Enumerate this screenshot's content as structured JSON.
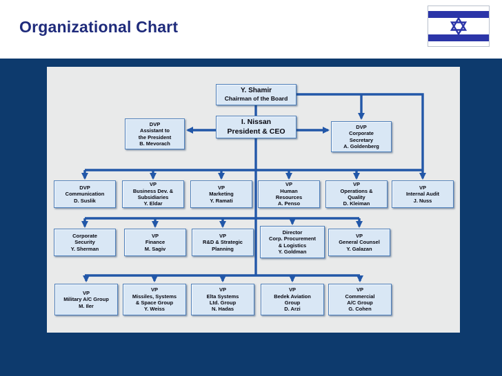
{
  "slide": {
    "title": "Organizational Chart"
  },
  "flag": {
    "country": "Israel",
    "symbol": "star-of-david"
  },
  "colors": {
    "navy": "#0d3a6d",
    "panel": "#e9eaea",
    "box-fill": "#d9e7f5",
    "box-border": "#4d7fba",
    "connector": "#2257a8",
    "title-color": "#1f2b7b",
    "flag-blue": "#2b35a8"
  },
  "org": {
    "boxes": [
      {
        "id": "chairman",
        "lines": [
          "Y. Shamir",
          "Chairman of the Board"
        ]
      },
      {
        "id": "ceo",
        "lines": [
          "I. Nissan",
          "President & CEO"
        ]
      },
      {
        "id": "assistant",
        "lines": [
          "DVP",
          "Assistant to",
          "the President",
          "B. Mevorach"
        ]
      },
      {
        "id": "secretary",
        "lines": [
          "DVP",
          "Corporate",
          "Secretary",
          "A. Goldenberg"
        ]
      },
      {
        "id": "communication",
        "lines": [
          "DVP",
          "Communication",
          "D. Suslik"
        ]
      },
      {
        "id": "business-dev",
        "lines": [
          "VP",
          "Business Dev. &",
          "Subsidiaries",
          "Y. Eldar"
        ]
      },
      {
        "id": "marketing",
        "lines": [
          "VP",
          "Marketing",
          "Y. Ramati"
        ]
      },
      {
        "id": "human-resources",
        "lines": [
          "VP",
          "Human",
          "Resources",
          "A. Penso"
        ]
      },
      {
        "id": "operations-quality",
        "lines": [
          "VP",
          "Operations &",
          "Quality",
          "D. Kleiman"
        ]
      },
      {
        "id": "internal-audit",
        "lines": [
          "VP",
          "Internal Audit",
          "J. Nuss"
        ]
      },
      {
        "id": "corporate-security",
        "lines": [
          "Corporate",
          "Security",
          "Y. Sherman"
        ]
      },
      {
        "id": "finance",
        "lines": [
          "VP",
          "Finance",
          "M. Sagiv"
        ]
      },
      {
        "id": "rd-strategic-planning",
        "lines": [
          "VP",
          "R&D & Strategic",
          "Planning"
        ]
      },
      {
        "id": "procurement-logistics",
        "lines": [
          "Director",
          "Corp. Procurement",
          "& Logistics",
          "Y. Goldman"
        ]
      },
      {
        "id": "general-counsel",
        "lines": [
          "VP",
          "General Counsel",
          "Y. Galazan"
        ]
      },
      {
        "id": "military-ac-group",
        "lines": [
          "VP",
          "Military A/C Group",
          "M. Iler"
        ]
      },
      {
        "id": "missiles-space-group",
        "lines": [
          "VP",
          "Missiles, Systems",
          "& Space Group",
          "Y. Weiss"
        ]
      },
      {
        "id": "elta-systems-group",
        "lines": [
          "VP",
          "Elta Systems",
          "Ltd. Group",
          "N. Hadas"
        ]
      },
      {
        "id": "bedek-aviation-group",
        "lines": [
          "VP",
          "Bedek Aviation",
          "Group",
          "D. Arzi"
        ]
      },
      {
        "id": "commercial-ac-group",
        "lines": [
          "VP",
          "Commercial",
          "A/C Group",
          "G. Cohen"
        ]
      }
    ]
  }
}
